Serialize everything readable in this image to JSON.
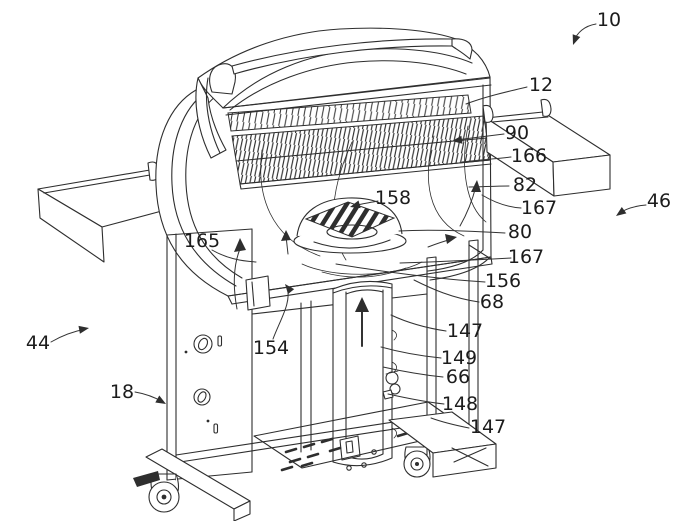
{
  "figure": {
    "kind": "patent line drawing",
    "subject": "outdoor gas grill with open lid, side shelves and cutaway cart showing internal air duct",
    "background_color": "#ffffff",
    "line_color": "#2e2e2e",
    "label_color": "#1c1c1c"
  },
  "labels": [
    {
      "text": "10"
    },
    {
      "text": "12"
    },
    {
      "text": "90"
    },
    {
      "text": "166"
    },
    {
      "text": "82"
    },
    {
      "text": "167"
    },
    {
      "text": "46"
    },
    {
      "text": "158"
    },
    {
      "text": "80"
    },
    {
      "text": "167"
    },
    {
      "text": "156"
    },
    {
      "text": "68"
    },
    {
      "text": "147"
    },
    {
      "text": "149"
    },
    {
      "text": "66"
    },
    {
      "text": "148"
    },
    {
      "text": "147"
    },
    {
      "text": "165"
    },
    {
      "text": "154"
    },
    {
      "text": "44"
    },
    {
      "text": "18"
    }
  ]
}
